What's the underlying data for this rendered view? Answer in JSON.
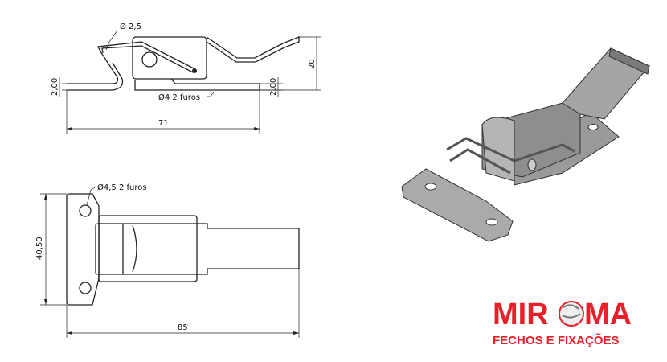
{
  "side_view": {
    "wire_diameter": "Ø 2,5",
    "hole_note": "Ø4  2 furos",
    "thickness_left": "2,00",
    "thickness_right": "2,00",
    "height": "20",
    "length": "71"
  },
  "top_view": {
    "hole_note": "Ø4,5  2 furos",
    "width": "40,50",
    "length": "85"
  },
  "logo": {
    "brand": "MIROMA",
    "brand_left": "MIR",
    "brand_right": "MA",
    "tagline": "FECHOS E FIXAÇÕES",
    "color": "#e8202a"
  }
}
